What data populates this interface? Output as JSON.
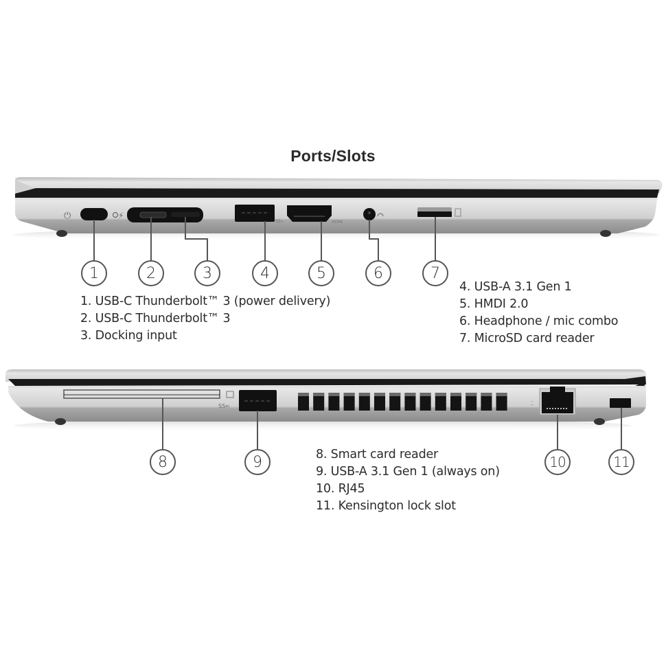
{
  "title": "Ports/Slots",
  "top_view": {
    "callouts": [
      {
        "number": "1",
        "port": "usb-c-power"
      },
      {
        "number": "2",
        "port": "usb-c-thunderbolt"
      },
      {
        "number": "3",
        "port": "docking-input"
      },
      {
        "number": "4",
        "port": "usb-a"
      },
      {
        "number": "5",
        "port": "hdmi"
      },
      {
        "number": "6",
        "port": "audio-jack"
      },
      {
        "number": "7",
        "port": "microsd"
      }
    ],
    "port_labels": {
      "usb": "SS⭠",
      "hdmi": "HDMI"
    },
    "legend_left": [
      "1. USB-C Thunderbolt™ 3 (power delivery)",
      "2. USB-C Thunderbolt™ 3",
      "3. Docking input"
    ],
    "legend_right": [
      "4. USB-A 3.1 Gen 1",
      "5. HMDI 2.0",
      "6. Headphone / mic combo",
      "7. MicroSD card reader"
    ]
  },
  "bottom_view": {
    "callouts": [
      {
        "number": "8",
        "port": "smart-card"
      },
      {
        "number": "9",
        "port": "usb-a-always-on"
      },
      {
        "number": "10",
        "port": "rj45"
      },
      {
        "number": "11",
        "port": "kensington"
      }
    ],
    "vent_count": 14,
    "legend": [
      "8. Smart card reader",
      "9. USB-A 3.1 Gen 1 (always on)",
      "10. RJ45",
      "11. Kensington lock slot"
    ]
  },
  "colors": {
    "chassis_light": "#d9d9d9",
    "chassis_mid": "#bdbdbd",
    "chassis_dark": "#8e8e8e",
    "port_black": "#111111",
    "line": "#555555"
  }
}
